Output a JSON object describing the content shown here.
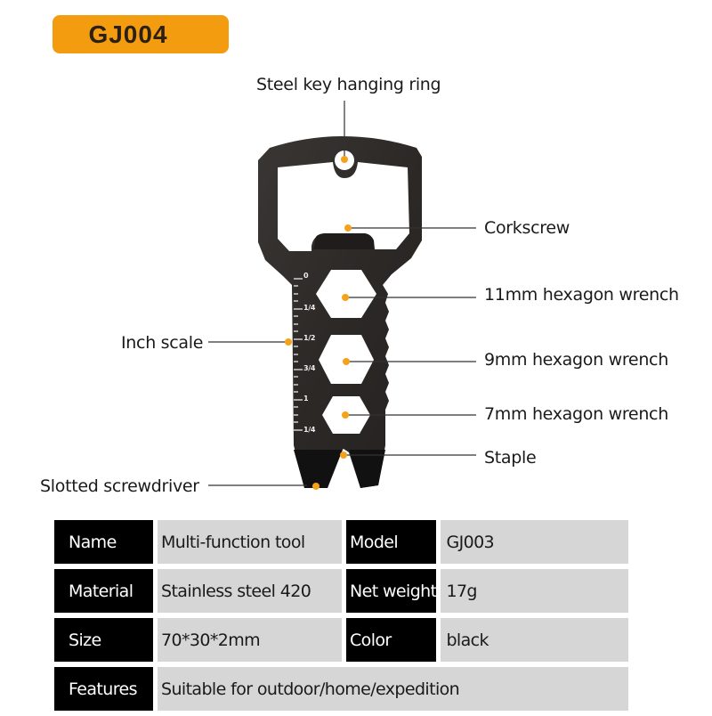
{
  "header": {
    "model_badge": "GJ004",
    "badge_color": "#f39c0f"
  },
  "diagram": {
    "tool_color": "#2e2b29",
    "marker_color": "#f5a21b",
    "callouts": [
      {
        "id": "key-ring",
        "label": "Steel key hanging ring"
      },
      {
        "id": "corkscrew",
        "label": "Corkscrew"
      },
      {
        "id": "hex-11mm",
        "label": "11mm hexagon wrench"
      },
      {
        "id": "inch-scale",
        "label": "Inch scale"
      },
      {
        "id": "hex-9mm",
        "label": "9mm hexagon wrench"
      },
      {
        "id": "hex-7mm",
        "label": "7mm hexagon wrench"
      },
      {
        "id": "staple",
        "label": "Staple"
      },
      {
        "id": "slotted-screwdriver",
        "label": "Slotted screwdriver"
      }
    ],
    "scale_marks": [
      "0",
      "1/4",
      "1/2",
      "3/4",
      "1",
      "1/4"
    ]
  },
  "specs": {
    "rows": [
      {
        "label1": "Name",
        "value1": "Multi-function tool",
        "label2": "Model",
        "value2": "GJ003"
      },
      {
        "label1": "Material",
        "value1": "Stainless steel 420",
        "label2": "Net weight",
        "value2": "17g"
      },
      {
        "label1": "Size",
        "value1": "70*30*2mm",
        "label2": "Color",
        "value2": "black"
      },
      {
        "label1": "Features",
        "value1": "Suitable for outdoor/home/expedition"
      }
    ]
  }
}
